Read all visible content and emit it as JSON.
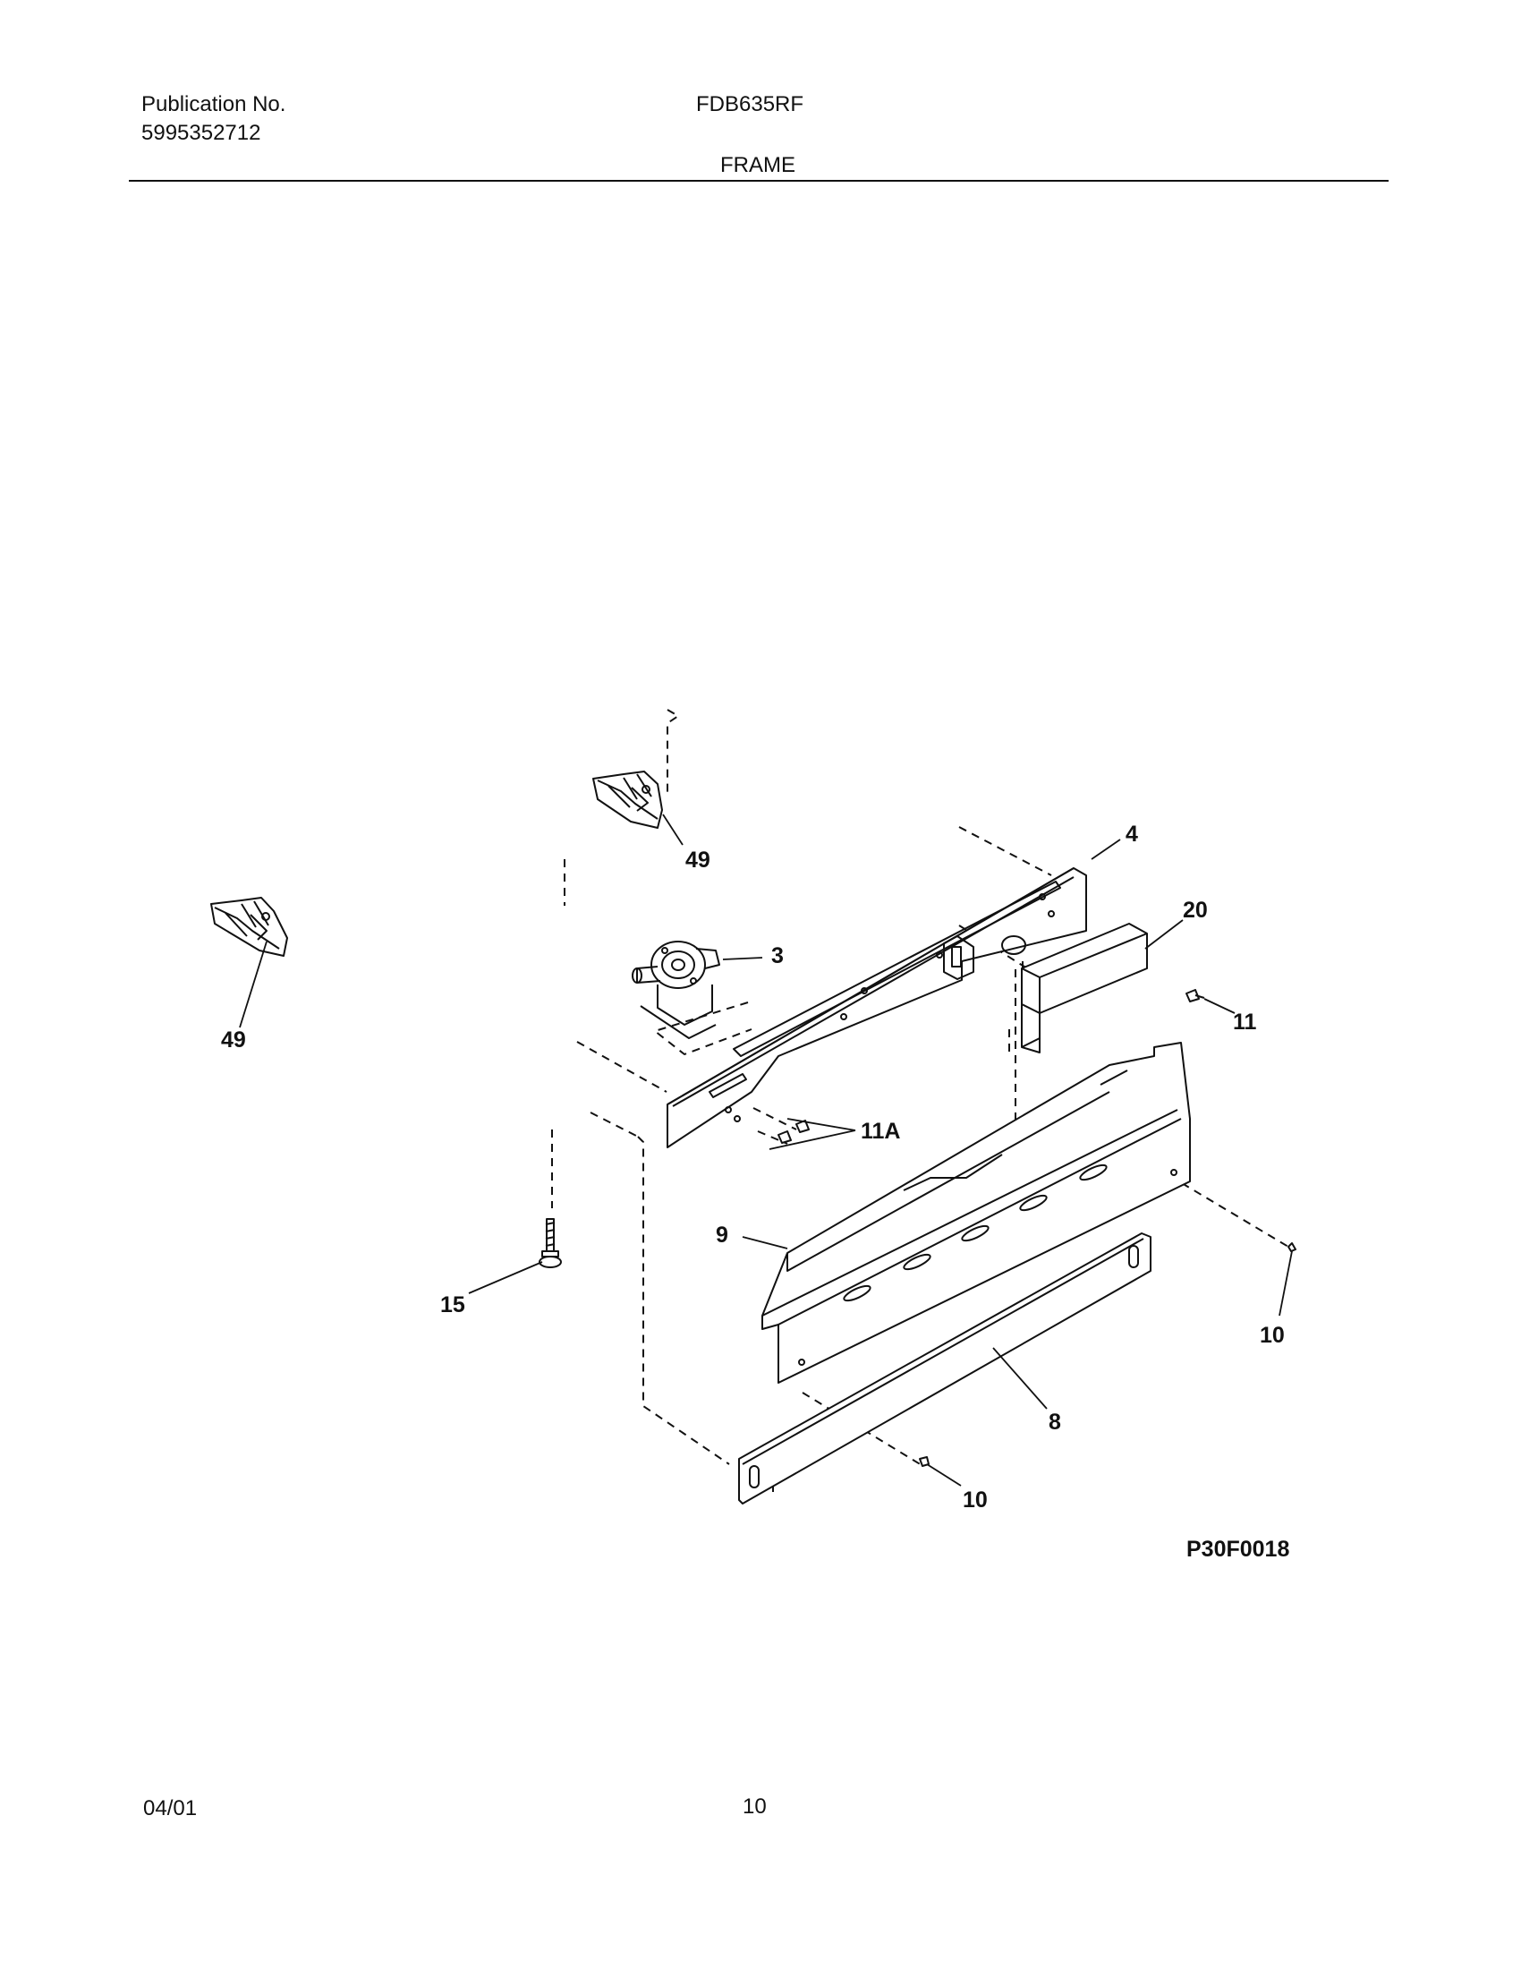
{
  "header": {
    "publication_label": "Publication No.",
    "publication_number": "5995352712",
    "model": "FDB635RF",
    "section": "FRAME"
  },
  "diagram": {
    "figure_code": "P30F0018",
    "callouts": {
      "c49a": "49",
      "c49b": "49",
      "c4": "4",
      "c20": "20",
      "c3": "3",
      "c11": "11",
      "c11a": "11A",
      "c9": "9",
      "c15": "15",
      "c10a": "10",
      "c8": "8",
      "c10b": "10"
    }
  },
  "footer": {
    "date": "04/01",
    "page": "10"
  }
}
